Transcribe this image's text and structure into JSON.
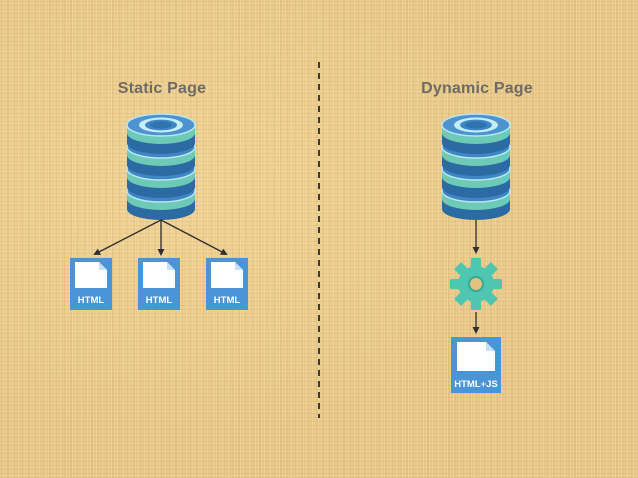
{
  "static": {
    "title": "Static Page",
    "documents": [
      {
        "label": "HTML"
      },
      {
        "label": "HTML"
      },
      {
        "label": "HTML"
      }
    ]
  },
  "dynamic": {
    "title": "Dynamic Page",
    "document": {
      "label": "HTML+JS"
    }
  },
  "icons": {
    "database": "database-icon",
    "gear": "gear-icon",
    "document": "html-document-icon"
  },
  "colors": {
    "disk_top": "#3f86c4",
    "disk_band": "#6dcab6",
    "document_blue": "#4a95d6",
    "gear": "#4ec6b0",
    "title_text": "#6d6b66",
    "divider": "#3a3a3a",
    "arrow": "#2e2e2e"
  }
}
